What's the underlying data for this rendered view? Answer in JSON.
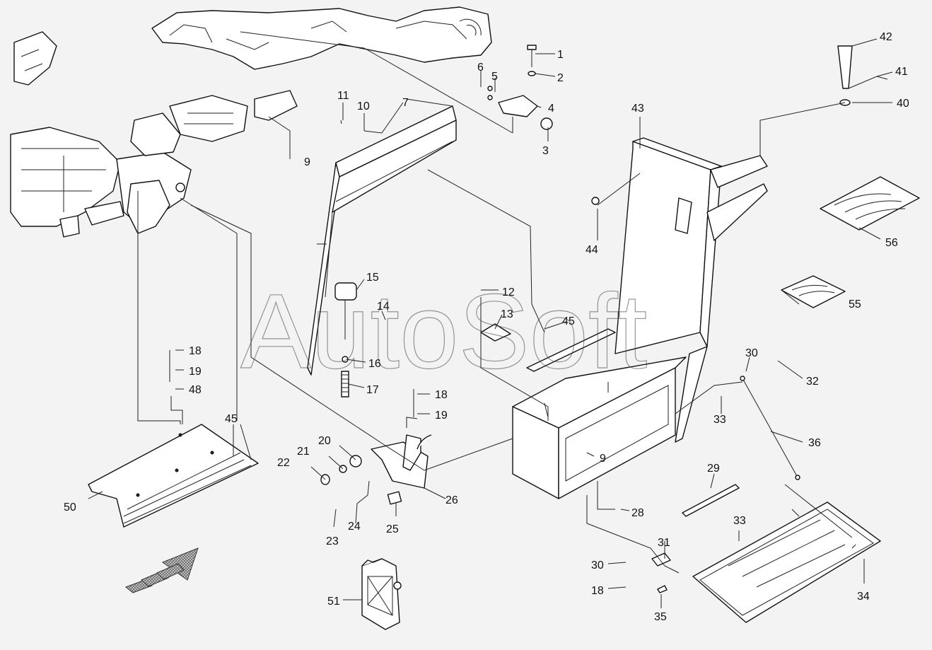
{
  "watermark": "AutoSoft",
  "callouts": {
    "c1": "1",
    "c2": "2",
    "c3": "3",
    "c4": "4",
    "c5": "5",
    "c6": "6",
    "c7": "7",
    "c9a": "9",
    "c9b": "9",
    "c10": "10",
    "c11": "11",
    "c12": "12",
    "c13": "13",
    "c14": "14",
    "c15": "15",
    "c16": "16",
    "c17": "17",
    "c18a": "18",
    "c18b": "18",
    "c18c": "18",
    "c19a": "19",
    "c19b": "19",
    "c20": "20",
    "c21": "21",
    "c22": "22",
    "c23": "23",
    "c24": "24",
    "c25": "25",
    "c26": "26",
    "c28": "28",
    "c29": "29",
    "c30a": "30",
    "c30b": "30",
    "c31": "31",
    "c32": "32",
    "c33a": "33",
    "c33b": "33",
    "c34": "34",
    "c35": "35",
    "c36": "36",
    "c40": "40",
    "c41": "41",
    "c42": "42",
    "c43": "43",
    "c44": "44",
    "c45a": "45",
    "c45b": "45",
    "c48": "48",
    "c50": "50",
    "c51": "51",
    "c55": "55",
    "c56": "56"
  },
  "colors": {
    "line": "#111111",
    "background": "#f3f3f3",
    "arrow_fill": "#9a9a9a"
  }
}
